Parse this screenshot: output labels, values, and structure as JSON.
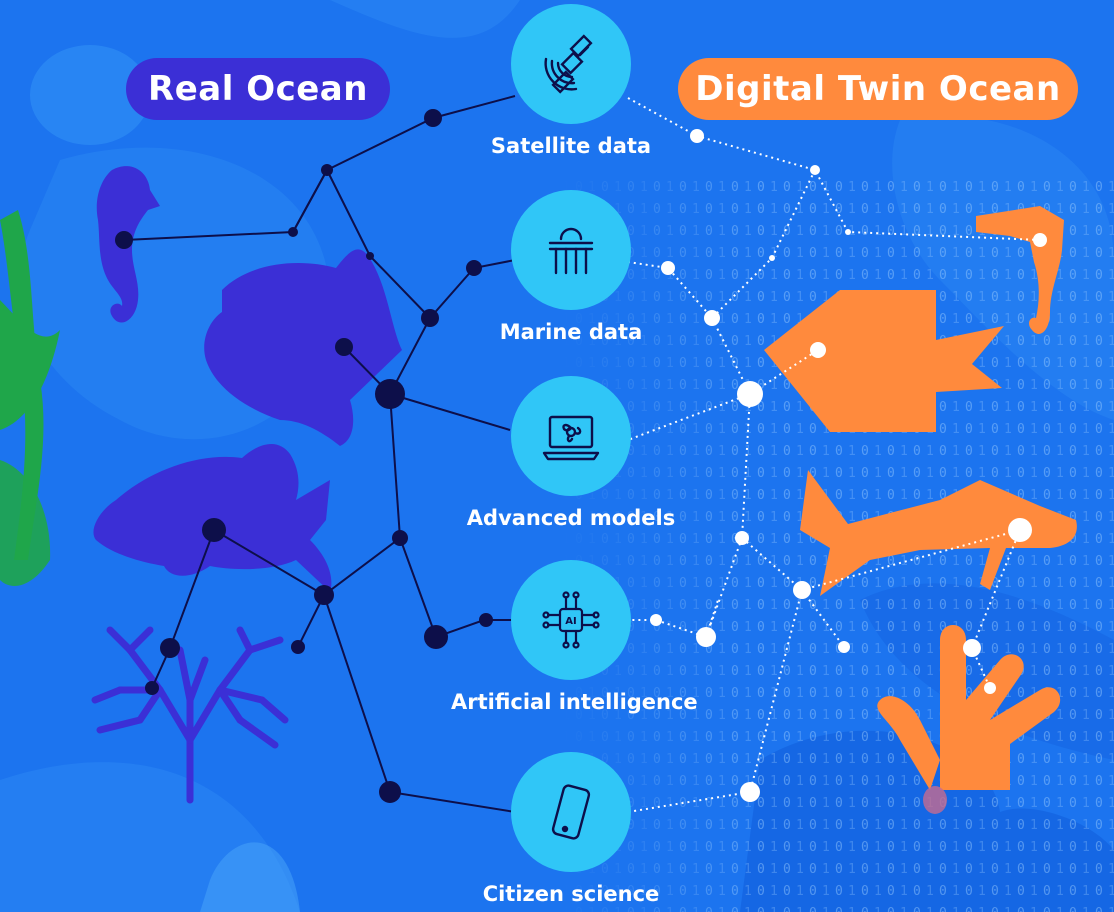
{
  "title_left": "Real Ocean",
  "title_right": "Digital Twin Ocean",
  "sources": [
    {
      "label": "Satellite data",
      "icon": "satellite-icon"
    },
    {
      "label": "Marine data",
      "icon": "buoy-icon"
    },
    {
      "label": "Advanced models",
      "icon": "laptop-model-icon"
    },
    {
      "label": "Artificial intelligence",
      "icon": "ai-chip-icon"
    },
    {
      "label": "Citizen science",
      "icon": "smartphone-icon"
    }
  ],
  "colors": {
    "background": "#1c74ef",
    "real_accent": "#3b2fd6",
    "twin_accent": "#ff8a3d",
    "circle": "#30c6f7",
    "node_dark": "#0d0f4a",
    "node_light": "#ffffff"
  }
}
